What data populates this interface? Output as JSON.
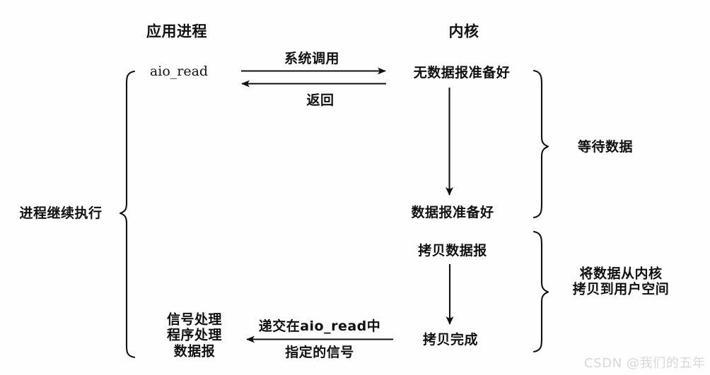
{
  "diagram": {
    "title_left": "应用进程",
    "title_right": "内核",
    "columns": {
      "app_process": {
        "heading": "应用进程",
        "nodes": [
          {
            "id": "aio_read",
            "label": "aio_read"
          },
          {
            "id": "signal_handler",
            "label": "信号处理\n程序处理\n数据报"
          }
        ]
      },
      "kernel": {
        "heading": "内核",
        "nodes": [
          {
            "id": "no_data_ready",
            "label": "无数据报准备好"
          },
          {
            "id": "data_ready",
            "label": "数据报准备好"
          },
          {
            "id": "copy_datagram",
            "label": "拷贝数据报"
          },
          {
            "id": "copy_done",
            "label": "拷贝完成"
          }
        ]
      }
    },
    "arrows": [
      {
        "id": "syscall",
        "label": "系统调用",
        "direction": "right"
      },
      {
        "id": "return",
        "label": "返回",
        "direction": "left"
      },
      {
        "id": "deliver_signal",
        "label_top": "递交在aio_read中",
        "label_bottom": "指定的信号",
        "direction": "left"
      }
    ],
    "braces": [
      {
        "id": "process-continues",
        "label": "进程继续执行",
        "side": "left"
      },
      {
        "id": "wait-for-data",
        "label": "等待数据",
        "side": "right"
      },
      {
        "id": "copy-to-user",
        "label": "将数据从内核\n拷贝到用户空间",
        "side": "right"
      }
    ],
    "watermark": "CSDN @我们的五年",
    "colors": {
      "background": "#fefefe",
      "ink": "#111111",
      "watermark": "#d8d8d8"
    }
  }
}
